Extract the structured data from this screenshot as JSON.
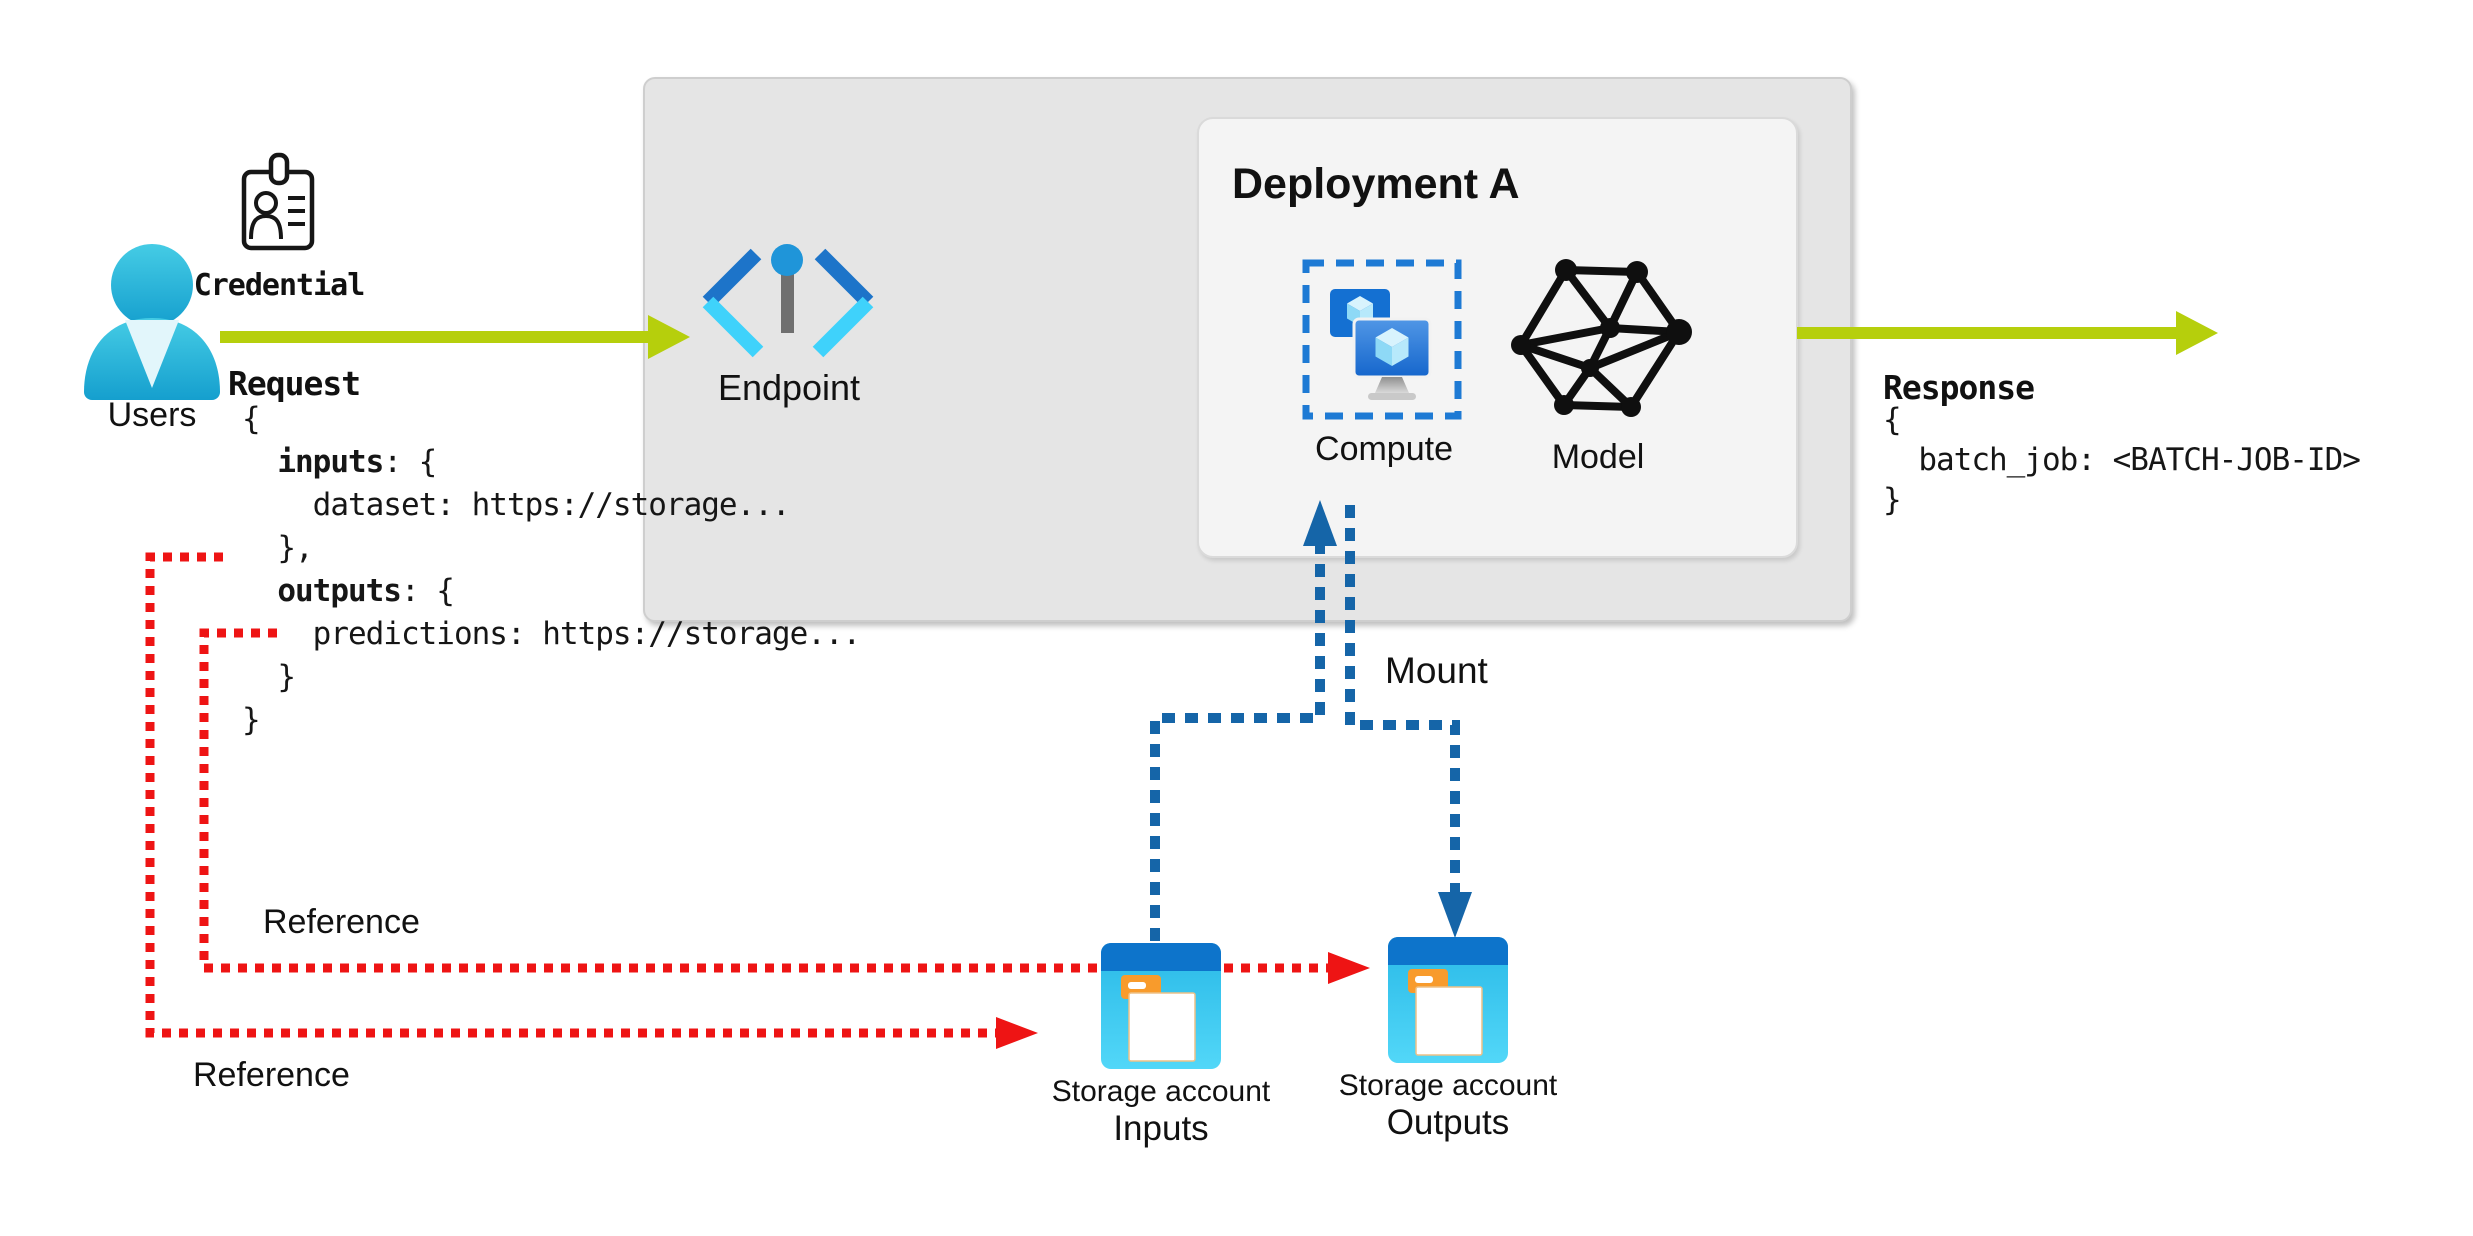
{
  "nodes": {
    "users": {
      "label": "Users",
      "icon": "person-icon"
    },
    "credential": {
      "label": "Credential",
      "icon": "id-badge-icon"
    },
    "endpoint": {
      "label": "Endpoint",
      "icon": "code-brackets-pin-icon"
    },
    "deployment": {
      "title": "Deployment A"
    },
    "compute": {
      "label": "Compute",
      "icon": "virtual-machines-icon"
    },
    "model": {
      "label": "Model",
      "icon": "mesh-network-icon"
    },
    "storage_inputs": {
      "title": "Storage account",
      "name": "Inputs",
      "icon": "storage-account-icon"
    },
    "storage_outputs": {
      "title": "Storage account",
      "name": "Outputs",
      "icon": "storage-account-icon"
    }
  },
  "edges": {
    "request_arrow": "green solid right",
    "response_arrow": "green solid right",
    "mount_label": "Mount",
    "reference_to_outputs_label": "Reference",
    "reference_to_inputs_label": "Reference"
  },
  "code": {
    "request": {
      "label": "Request",
      "lines": [
        {
          "segs": [
            {
              "t": "{"
            }
          ]
        },
        {
          "segs": [
            {
              "t": "  "
            },
            {
              "t": "inputs",
              "b": true
            },
            {
              "t": ": {"
            }
          ]
        },
        {
          "segs": [
            {
              "t": "    dataset: https://storage..."
            }
          ]
        },
        {
          "segs": [
            {
              "t": "  },"
            }
          ]
        },
        {
          "segs": [
            {
              "t": "  "
            },
            {
              "t": "outputs",
              "b": true
            },
            {
              "t": ": {"
            }
          ]
        },
        {
          "segs": [
            {
              "t": "    predictions: https://storage..."
            }
          ]
        },
        {
          "segs": [
            {
              "t": "  }"
            }
          ]
        },
        {
          "segs": [
            {
              "t": "}"
            }
          ]
        }
      ]
    },
    "response": {
      "label": "Response",
      "lines": [
        {
          "segs": [
            {
              "t": "{"
            }
          ]
        },
        {
          "segs": [
            {
              "t": "  batch_job: <BATCH-JOB-ID>"
            }
          ]
        },
        {
          "segs": [
            {
              "t": "}"
            }
          ]
        }
      ]
    }
  },
  "colors": {
    "green": "#b6cf0c",
    "red": "#ee1414",
    "blue": "#1565a8",
    "ink": "#111111",
    "gray_box": "#e5e5e5",
    "white_box": "#f4f4f4",
    "azure_blue": "#1470d2",
    "cyan": "#3fd2fb",
    "storage_top": "#0d74cb",
    "orange_tab": "#f89b2c"
  }
}
